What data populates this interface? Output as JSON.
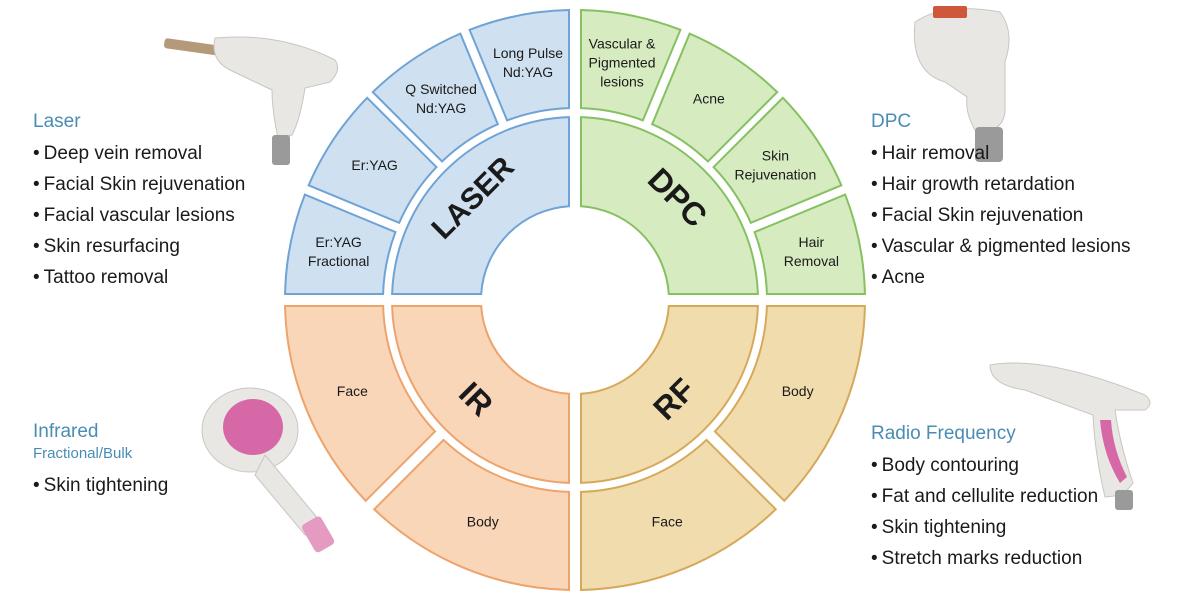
{
  "diagram": {
    "quadrants": [
      {
        "key": "laser",
        "label": "LASER",
        "fill": "#cfe0f1",
        "stroke": "#6fa3d6",
        "segments": [
          "Er:YAG Fractional",
          "Er:YAG",
          "Q Switched Nd:YAG",
          "Long Pulse Nd:YAG"
        ]
      },
      {
        "key": "dpc",
        "label": "DPC",
        "fill": "#d6ebc0",
        "stroke": "#86c060",
        "segments": [
          "Vascular & Pigmented lesions",
          "Acne",
          "Skin Rejuvenation",
          "Hair Removal"
        ]
      },
      {
        "key": "rf",
        "label": "RF",
        "fill": "#f1dcae",
        "stroke": "#d6a95a",
        "segments": [
          "Body",
          "Face"
        ]
      },
      {
        "key": "ir",
        "label": "IR",
        "fill": "#fad6b8",
        "stroke": "#eda36c",
        "segments": [
          "Body",
          "Face"
        ]
      }
    ]
  },
  "panels": {
    "laser": {
      "title": "Laser",
      "items": [
        "Deep vein removal",
        "Facial Skin rejuvenation",
        "Facial vascular lesions",
        "Skin resurfacing",
        "Tattoo removal"
      ]
    },
    "dpc": {
      "title": "DPC",
      "items": [
        "Hair removal",
        "Hair growth retardation",
        "Facial Skin rejuvenation",
        "Vascular & pigmented lesions",
        "Acne"
      ]
    },
    "infrared": {
      "title": "Infrared",
      "subtitle": "Fractional/Bulk",
      "items": [
        "Skin tightening"
      ]
    },
    "radio_frequency": {
      "title": "Radio Frequency",
      "items": [
        "Body contouring",
        "Fat and cellulite reduction",
        "Skin tightening",
        "Stretch marks reduction"
      ]
    }
  },
  "colors": {
    "panel_title": "#4a8cb5",
    "device_body": "#e9e7e4",
    "device_pink": "#d768a8",
    "device_grey": "#9a9a9a"
  }
}
